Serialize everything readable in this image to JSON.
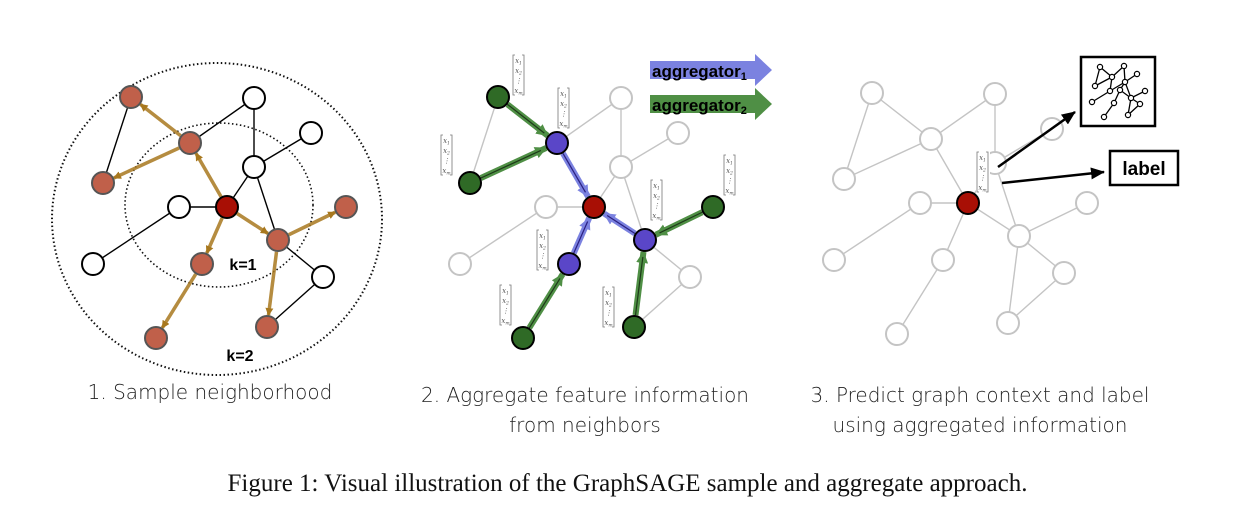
{
  "panels": [
    {
      "caption_lines": [
        "1. Sample neighborhood"
      ],
      "k1_label": "k=1",
      "k2_label": "k=2"
    },
    {
      "caption_lines": [
        "2. Aggregate feature information",
        "from neighbors"
      ],
      "aggregator1": "aggregator",
      "aggregator1_sub": "1",
      "aggregator2": "aggregator",
      "aggregator2_sub": "2"
    },
    {
      "caption_lines": [
        "3. Predict graph context and label",
        "using aggregated information"
      ],
      "label_box": "label"
    }
  ],
  "feature_vector": {
    "entries": [
      "x",
      "x",
      "⋮",
      "x"
    ],
    "subs": [
      "1",
      "2",
      "",
      "m"
    ]
  },
  "figure_caption": "Figure 1: Visual illustration of the GraphSAGE sample and aggregate approach.",
  "colors": {
    "target": "#a80f05",
    "sampled": "#c0604a",
    "sample_edge": "#a8781e",
    "agg1": "#5a46c8",
    "agg1_arrow": "#7b82e0",
    "agg2_node": "#2f6a26",
    "agg2_arrow": "#4f8f45",
    "gray": "#c4c4c4"
  }
}
